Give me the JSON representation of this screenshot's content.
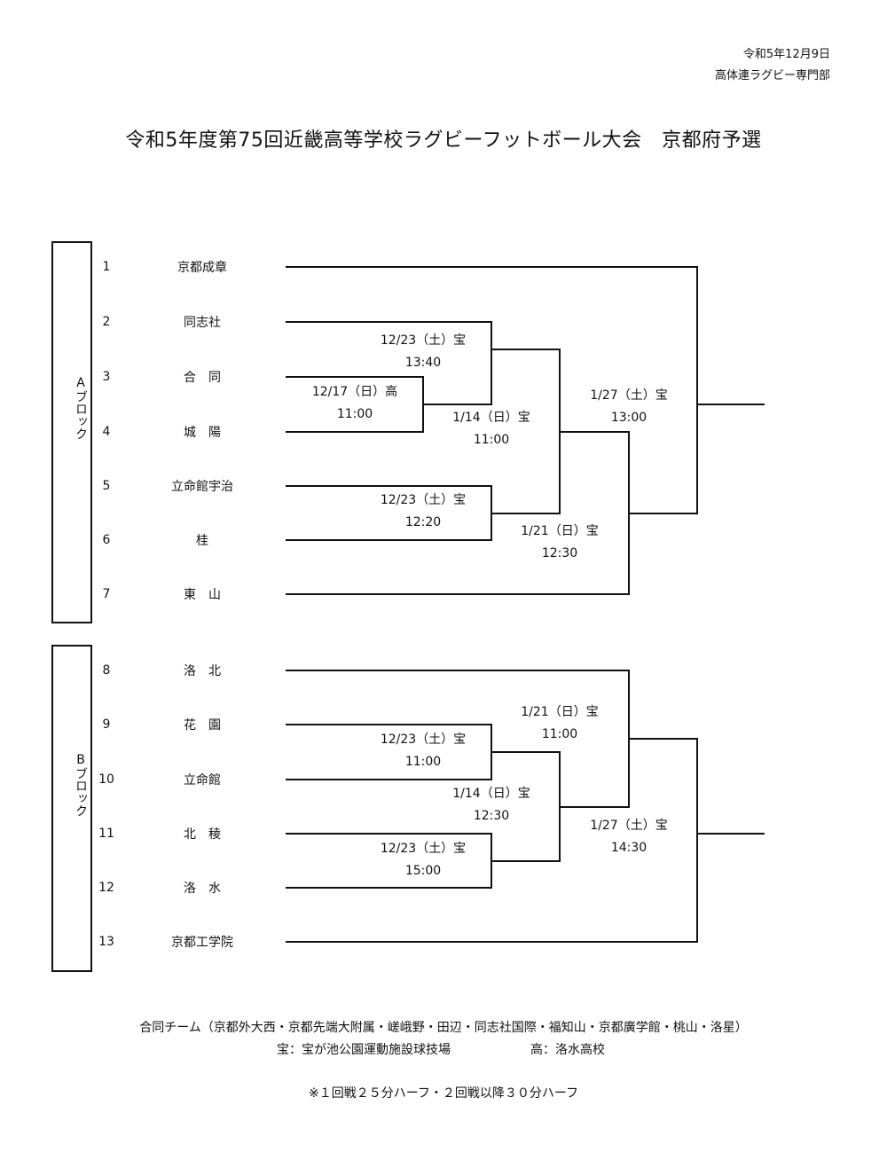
{
  "header": {
    "date": "令和5年12月9日",
    "org": "高体連ラグビー専門部"
  },
  "title": "令和5年度第75回近畿高等学校ラグビーフットボール大会　京都府予選",
  "blocks": [
    {
      "label": "Aブロック",
      "teams": [
        {
          "num": "1",
          "name": "京都成章"
        },
        {
          "num": "2",
          "name": "同志社"
        },
        {
          "num": "3",
          "name": "合　同"
        },
        {
          "num": "4",
          "name": "城　陽"
        },
        {
          "num": "5",
          "name": "立命館宇治"
        },
        {
          "num": "6",
          "name": "桂"
        },
        {
          "num": "7",
          "name": "東　山"
        }
      ]
    },
    {
      "label": "Bブロック",
      "teams": [
        {
          "num": "8",
          "name": "洛　北"
        },
        {
          "num": "9",
          "name": "花　園"
        },
        {
          "num": "10",
          "name": "立命館"
        },
        {
          "num": "11",
          "name": "北　稜"
        },
        {
          "num": "12",
          "name": "洛　水"
        },
        {
          "num": "13",
          "name": "京都工学院"
        }
      ]
    }
  ],
  "matches": [
    {
      "date": "12/17（日）高",
      "time": "11:00"
    },
    {
      "date": "12/23（土）宝",
      "time": "13:40"
    },
    {
      "date": "12/23（土）宝",
      "time": "12:20"
    },
    {
      "date": "1/14（日）宝",
      "time": "11:00"
    },
    {
      "date": "1/21（日）宝",
      "time": "12:30"
    },
    {
      "date": "1/27（土）宝",
      "time": "13:00"
    },
    {
      "date": "12/23（土）宝",
      "time": "11:00"
    },
    {
      "date": "12/23（土）宝",
      "time": "15:00"
    },
    {
      "date": "1/14（日）宝",
      "time": "12:30"
    },
    {
      "date": "1/21（日）宝",
      "time": "11:00"
    },
    {
      "date": "1/27（土）宝",
      "time": "14:30"
    }
  ],
  "footer": {
    "joint_team": "合同チーム（京都外大西・京都先端大附属・嵯峨野・田辺・同志社国際・福知山・京都廣学館・桃山・洛星）",
    "venue_takara": "宝：宝が池公園運動施設球技場",
    "venue_taka": "高：洛水高校",
    "note": "※１回戦２５分ハーフ・２回戦以降３０分ハーフ"
  }
}
